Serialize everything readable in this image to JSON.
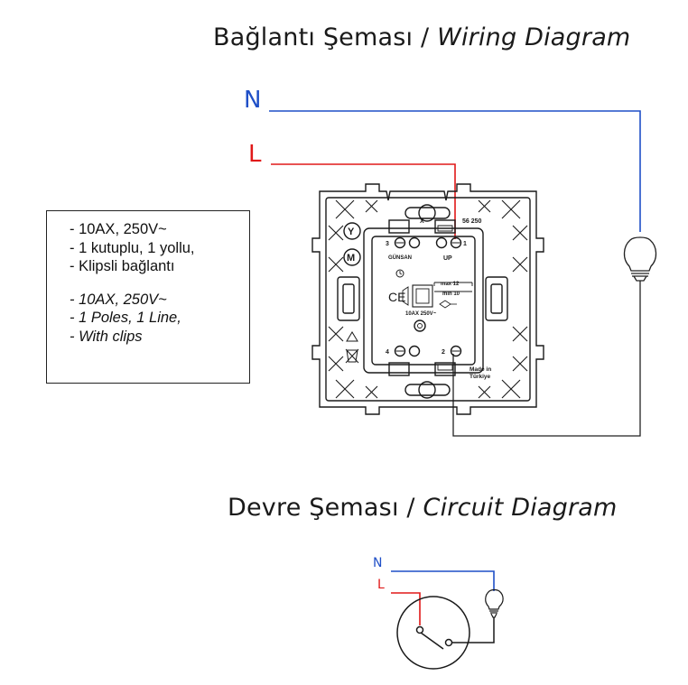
{
  "wiring_title": {
    "tr": "Bağlantı Şeması / ",
    "en": "Wiring Diagram"
  },
  "circuit_title": {
    "tr": "Devre Şeması / ",
    "en": "Circuit Diagram"
  },
  "wires": {
    "neutral": "N",
    "line": "L",
    "neutral_color": "#1f4fc7",
    "line_color": "#e01818"
  },
  "specs": {
    "tr": [
      "- 10AX, 250V~",
      "- 1 kutuplu, 1 yollu,",
      "- Klipsli bağlantı"
    ],
    "en": [
      "- 10AX, 250V~",
      "- 1 Poles, 1 Line,",
      "- With clips"
    ]
  },
  "device_labels": {
    "x": "X",
    "code": "56 250",
    "t3": "3",
    "t1": "1",
    "t4": "4",
    "t2": "2",
    "brand": "GÜNSAN",
    "up": "UP",
    "max": "max 12",
    "min": "min 10",
    "rating": "10AX 250V~",
    "made": "Made in",
    "country": "Türkiye",
    "y": "Y",
    "m": "M",
    "ce": "CE"
  }
}
